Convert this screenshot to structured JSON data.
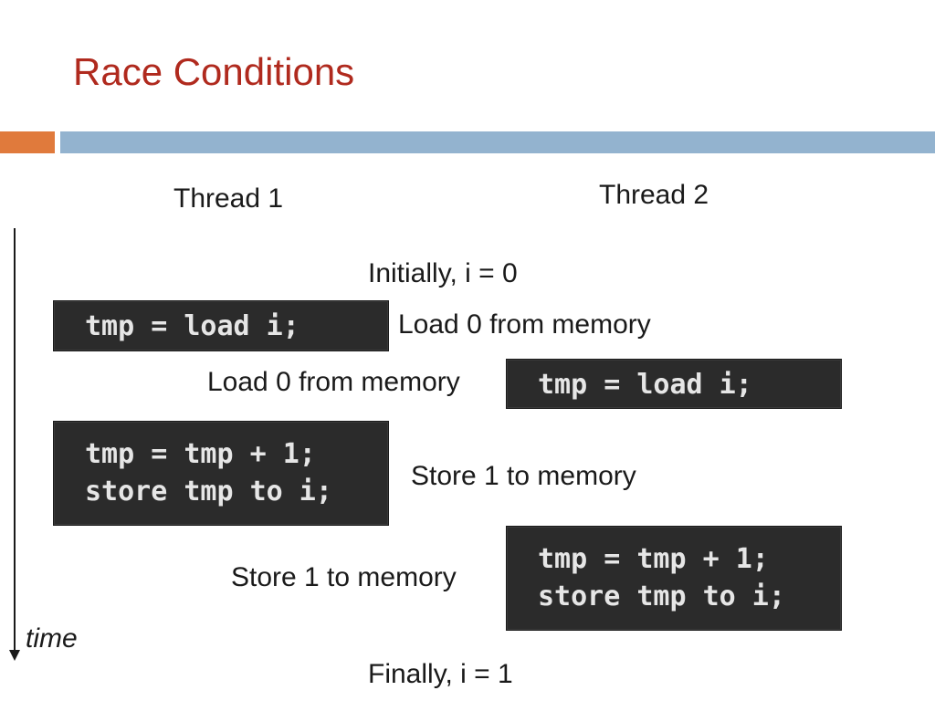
{
  "slide": {
    "title": "Race Conditions",
    "thread1_header": "Thread 1",
    "thread2_header": "Thread 2",
    "initially": "Initially, i = 0",
    "finally": "Finally, i = 1",
    "time_label": "time",
    "annotations": {
      "t2_load": "Load 0 from memory",
      "t1_load": "Load 0 from memory",
      "t2_store": "Store 1 to memory",
      "t1_store": "Store 1 to memory"
    },
    "code": {
      "t1_load": "tmp = load i;",
      "t2_load": "tmp = load i;",
      "t1_inc_line1": "tmp = tmp + 1;",
      "t1_inc_line2": "store tmp to i;",
      "t2_inc_line1": "tmp = tmp + 1;",
      "t2_inc_line2": "store tmp to i;"
    },
    "colors": {
      "title": "#b02a1e",
      "accent_orange": "#e07a3c",
      "accent_blue": "#93b3cf",
      "code_background": "#2b2b2b",
      "code_text": "#e6e6e6"
    }
  }
}
